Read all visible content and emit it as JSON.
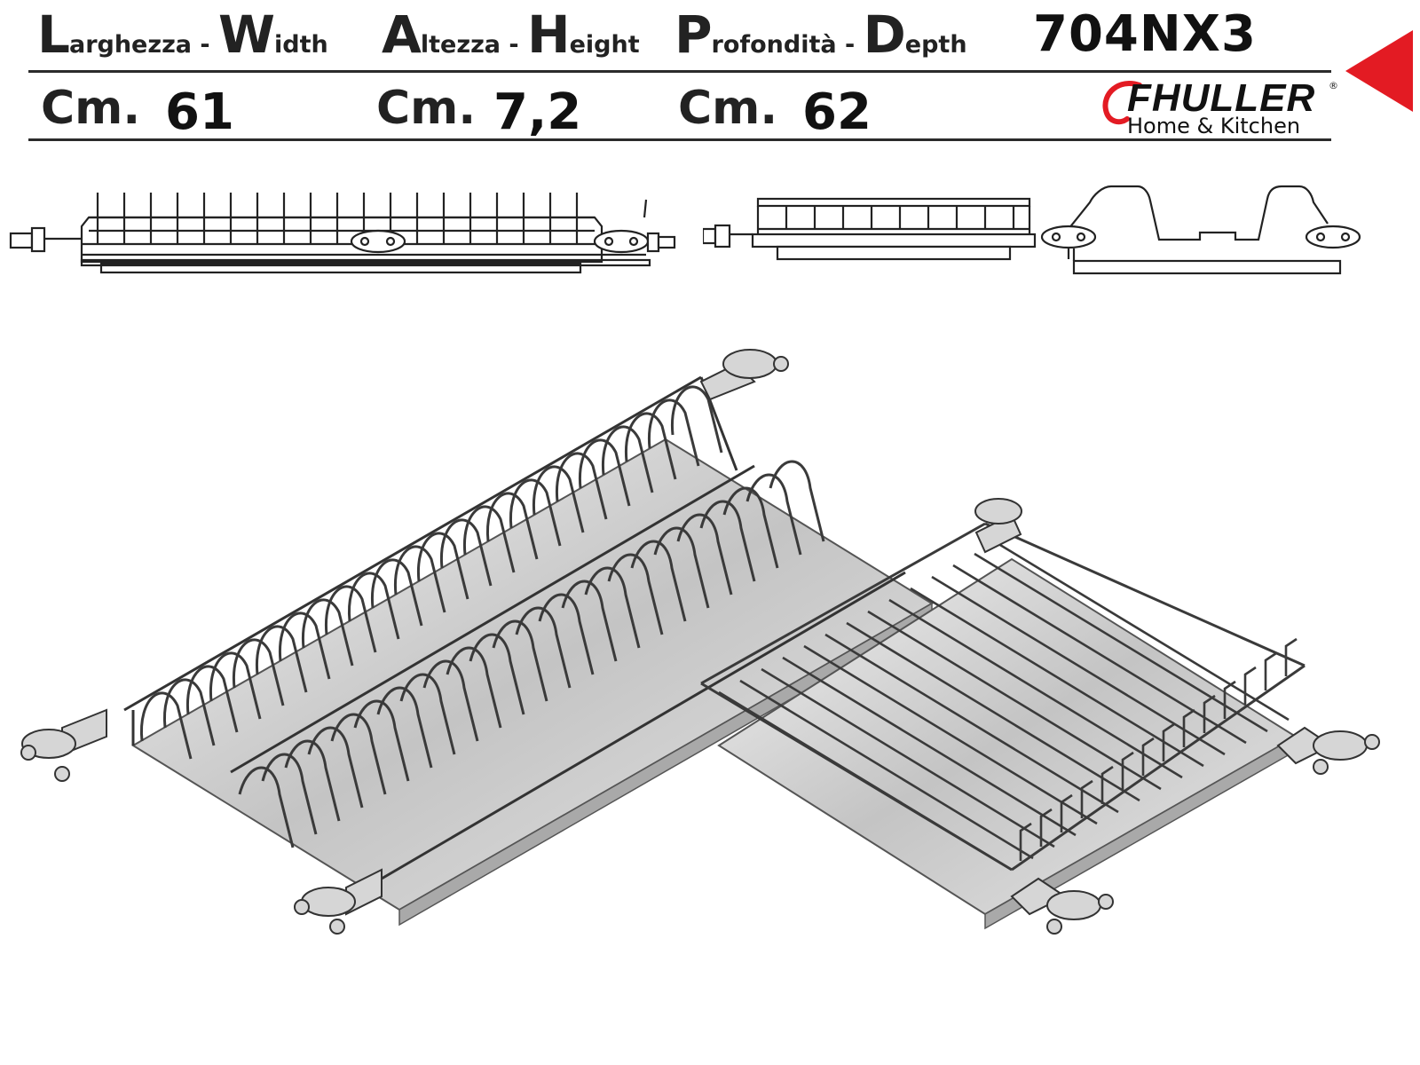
{
  "header": {
    "width": {
      "cap1": "L",
      "rest1": "arghezza",
      "sep": " - ",
      "cap2": "W",
      "rest2": "idth"
    },
    "height": {
      "cap1": "A",
      "rest1": "ltezza",
      "sep": " - ",
      "cap2": "H",
      "rest2": "eight"
    },
    "depth": {
      "cap1": "P",
      "rest1": "rofondità",
      "sep": " - ",
      "cap2": "D",
      "rest2": "epth"
    },
    "product_code": "704NX3"
  },
  "dimensions": {
    "unit_label": "Cm.",
    "width_value": "61",
    "height_value": "7,2",
    "depth_value": "62"
  },
  "brand": {
    "name": "FHULLER",
    "registered": "®",
    "tagline": "Home & Kitchen",
    "accent_color": "#e31b23"
  },
  "colors": {
    "rule": "#2b2b2b",
    "arrow": "#e31b23",
    "wire": "#3a3a3a",
    "tray": "#c7c7c7"
  },
  "icons": {
    "nav_arrow": "triangle-left-icon"
  }
}
